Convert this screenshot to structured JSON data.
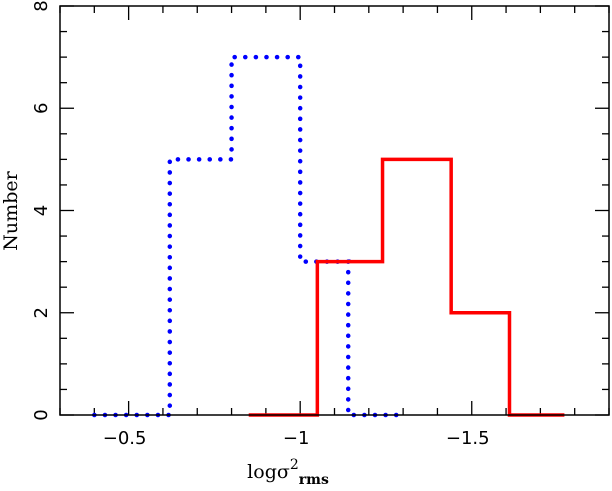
{
  "chart_data": {
    "type": "histogram",
    "xlabel": {
      "base": "logσ",
      "sup": "2",
      "sub": "rms"
    },
    "ylabel": "Number",
    "xlim": [
      -0.3,
      -1.9
    ],
    "x_reversed": true,
    "ylim": [
      0,
      8
    ],
    "x_major_ticks": [
      -0.5,
      -1,
      -1.5
    ],
    "x_tick_labels": [
      "−0.5",
      "−1",
      "−1.5"
    ],
    "x_minor_step": 0.1,
    "y_major_ticks": [
      0,
      2,
      4,
      6,
      8
    ],
    "y_tick_labels": [
      "0",
      "2",
      "4",
      "6",
      "8"
    ],
    "y_minor_step": 0.5,
    "grid": false,
    "series": [
      {
        "style": "dotted",
        "color": "#0000ff",
        "bin_edges": [
          -0.4,
          -0.62,
          -0.8,
          -1.0,
          -1.14,
          -1.28
        ],
        "counts": [
          0,
          5,
          7,
          3,
          0
        ]
      },
      {
        "style": "solid",
        "color": "#ff0000",
        "bin_edges": [
          -0.85,
          -1.05,
          -1.24,
          -1.44,
          -1.61,
          -1.77
        ],
        "counts": [
          0,
          3,
          5,
          2,
          0
        ]
      }
    ]
  }
}
